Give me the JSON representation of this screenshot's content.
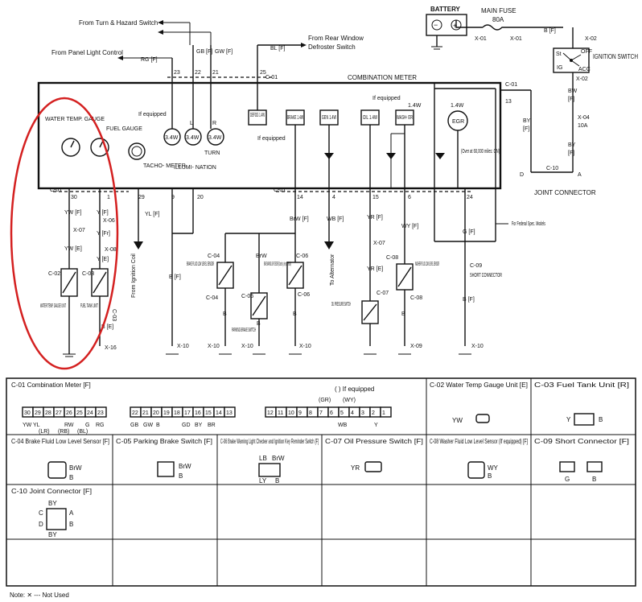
{
  "top": {
    "from_turn_hazard": "From Turn & Hazard Switch",
    "from_panel_light": "From Panel Light Control",
    "from_rear_window": "From Rear Window",
    "defroster_switch": "Defroster Switch",
    "battery": "BATTERY",
    "main_fuse": "MAIN FUSE",
    "main_fuse_rating": "80A",
    "x01": "X-01",
    "x02": "X-02",
    "x04": "X-04",
    "fuse10a": "10A",
    "ignition_switch": "IGNITION SWITCH",
    "ign_st": "St",
    "ign_off": "OFF",
    "ign_ig": "IG",
    "ign_acc": "ACC",
    "rg_f": "RG [F]",
    "gb_f": "GB [F]",
    "gw_f": "GW [F]",
    "bl_f": "BL [F]",
    "b_f": "B [F]",
    "bw": "BW",
    "f": "[F]",
    "by": "BY",
    "pin23": "23",
    "pin22": "22",
    "pin21": "21",
    "pin25": "25",
    "c01": "C-01",
    "pin13": "13"
  },
  "meter": {
    "title": "COMBINATION METER",
    "water_temp_gauge": "WATER TEMP. GAUGE",
    "fuel_gauge": "FUEL GAUGE",
    "if_equipped": "If equipped",
    "tachometer": "TACHO- METER",
    "illumination": "ILLUMI- NATION",
    "turn": "TURN",
    "l": "L",
    "r": "R",
    "bulb34": "3.4W",
    "defog": "DEFOG 1.4W",
    "brake": "BRAKE 1.4W",
    "gen": "GEN 1.4W",
    "oil": "OIL 1.4W",
    "wash": "WASH- ER",
    "w14": "1.4W",
    "egr": "EGR",
    "over60000": "(Over at 60,000 miles: ON)",
    "c10": "C-10",
    "joint_connector": "JOINT CONNECTOR",
    "pin30": "30",
    "pin1": "1",
    "pin29": "29",
    "pin9": "9",
    "pin20": "20",
    "pin14": "14",
    "pin4": "4",
    "pin15": "15",
    "pin6": "6",
    "pin24": "24",
    "d": "D",
    "a": "A"
  },
  "lower": {
    "yw_f": "YW [F]",
    "y_f": "Y [F]",
    "x07": "X-07",
    "x06": "X-06",
    "y_fr": "Y [Fr]",
    "x08": "X-08",
    "yw_e": "YW [E]",
    "y_e": "Y [E]",
    "c02": "C-02",
    "c03": "C-03",
    "water_temp_unit": "WATER TEMP. GAUGE UNIT",
    "fuel_tank_unit": "FUEL TANK UNIT",
    "b_e": "B [E]",
    "x16": "X-16",
    "yl_f": "YL [F]",
    "from_ign_coil": "From Ignition Coil",
    "b_f": "B [F]",
    "x10": "X-10",
    "c04": "C-04",
    "brake_fluid": "BRAKE FLUID LOW LEVEL SENSOR",
    "brw_f": "BrW [F]",
    "brw": "BrW",
    "b": "B",
    "c05": "C-05",
    "parking_brake": "PARKING BRAKE SWITCH",
    "brake_warning": "BRAKE WARNING LIGHT CHECKER (Closed in Ig. Key at ST Position)",
    "c06": "C-06",
    "wb_f": "WB [F]",
    "to_alternator": "To Alternator",
    "yr_f": "YR [F]",
    "yr_e": "YR [E]",
    "c07": "C-07",
    "oil_pressure": "OIL PRESSURE SWITCH",
    "wy_f": "WY [F]",
    "washer": "WASHER FLUID LOW LEVEL SENSOR",
    "c08": "C-08",
    "x09": "X-09",
    "g_f": "G [F]",
    "c09": "C-09",
    "short_connector": "SHORT CONNECTOR",
    "federal": "For Federal Spec. Models"
  },
  "table": {
    "c01": "C-01 Combination Meter [F]",
    "if_equipped": "(   ) If equipped",
    "pins_a": [
      "30",
      "29",
      "28",
      "27",
      "26",
      "25",
      "24",
      "23"
    ],
    "pins_b": [
      "22",
      "21",
      "20",
      "19",
      "18",
      "17",
      "16",
      "15",
      "14",
      "13"
    ],
    "pins_c": [
      "12",
      "11",
      "10",
      "9",
      "8",
      "7",
      "6",
      "5",
      "4",
      "3",
      "2",
      "1"
    ],
    "colors_a_top": [
      "YW",
      "YL",
      "",
      "",
      "RW",
      "",
      "G",
      "RG"
    ],
    "colors_a_bot": [
      "(LR)",
      "(RB)",
      "(BL)"
    ],
    "colors_b": [
      "GB",
      "GW",
      "B",
      "",
      "GD",
      "BY",
      "BR",
      ""
    ],
    "colors_c_top": [
      "(GR)",
      "(WY)"
    ],
    "colors_c_bot": [
      "",
      "",
      "",
      "",
      "",
      "",
      "WB",
      "",
      "",
      "Y"
    ],
    "c02": "C-02 Water Temp Gauge Unit [E]",
    "c02_wire": "YW",
    "c03": "C-03 Fuel Tank Unit [R]",
    "c03_y": "Y",
    "c03_b": "B",
    "c04": "C-04 Brake Fluid Low Level Sensor [F]",
    "c04_brw": "BrW",
    "c04_b": "B",
    "c05": "C-05 Parking Brake Switch [F]",
    "c05_brw": "BrW",
    "c05_b": "B",
    "c06": "C-06 Brake Warning Light Checker and Ignition Key Reminder Switch [F]",
    "c06_lb": "LB",
    "c06_brw": "BrW",
    "c06_ly": "LY",
    "c06_b": "B",
    "c07": "C-07 Oil Pressure Switch [F]",
    "c07_yr": "YR",
    "c08": "C-08 Washer Fluid Low Level Sensor (If equipped) [F]",
    "c08_wy": "WY",
    "c08_b": "B",
    "c09": "C-09 Short Connector [F]",
    "c09_g": "G",
    "c09_b": "B",
    "c10": "C-10 Joint Connector [F]",
    "c10_by": "BY",
    "c10_c": "C",
    "c10_d": "D",
    "c10_a": "A",
    "c10_b": "B",
    "note": "Note: ✕ --- Not Used"
  },
  "annotation_color": "#d42020"
}
